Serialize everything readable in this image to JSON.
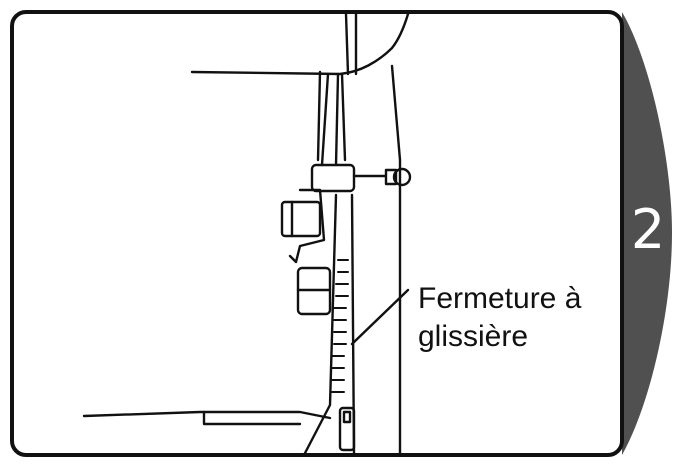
{
  "step": {
    "number": "2"
  },
  "callout": {
    "line1": "Fermeture à",
    "line2": "glissière"
  },
  "colors": {
    "tab": "#505050",
    "tab_text": "#ffffff",
    "ink": "#111111",
    "background": "#ffffff"
  }
}
